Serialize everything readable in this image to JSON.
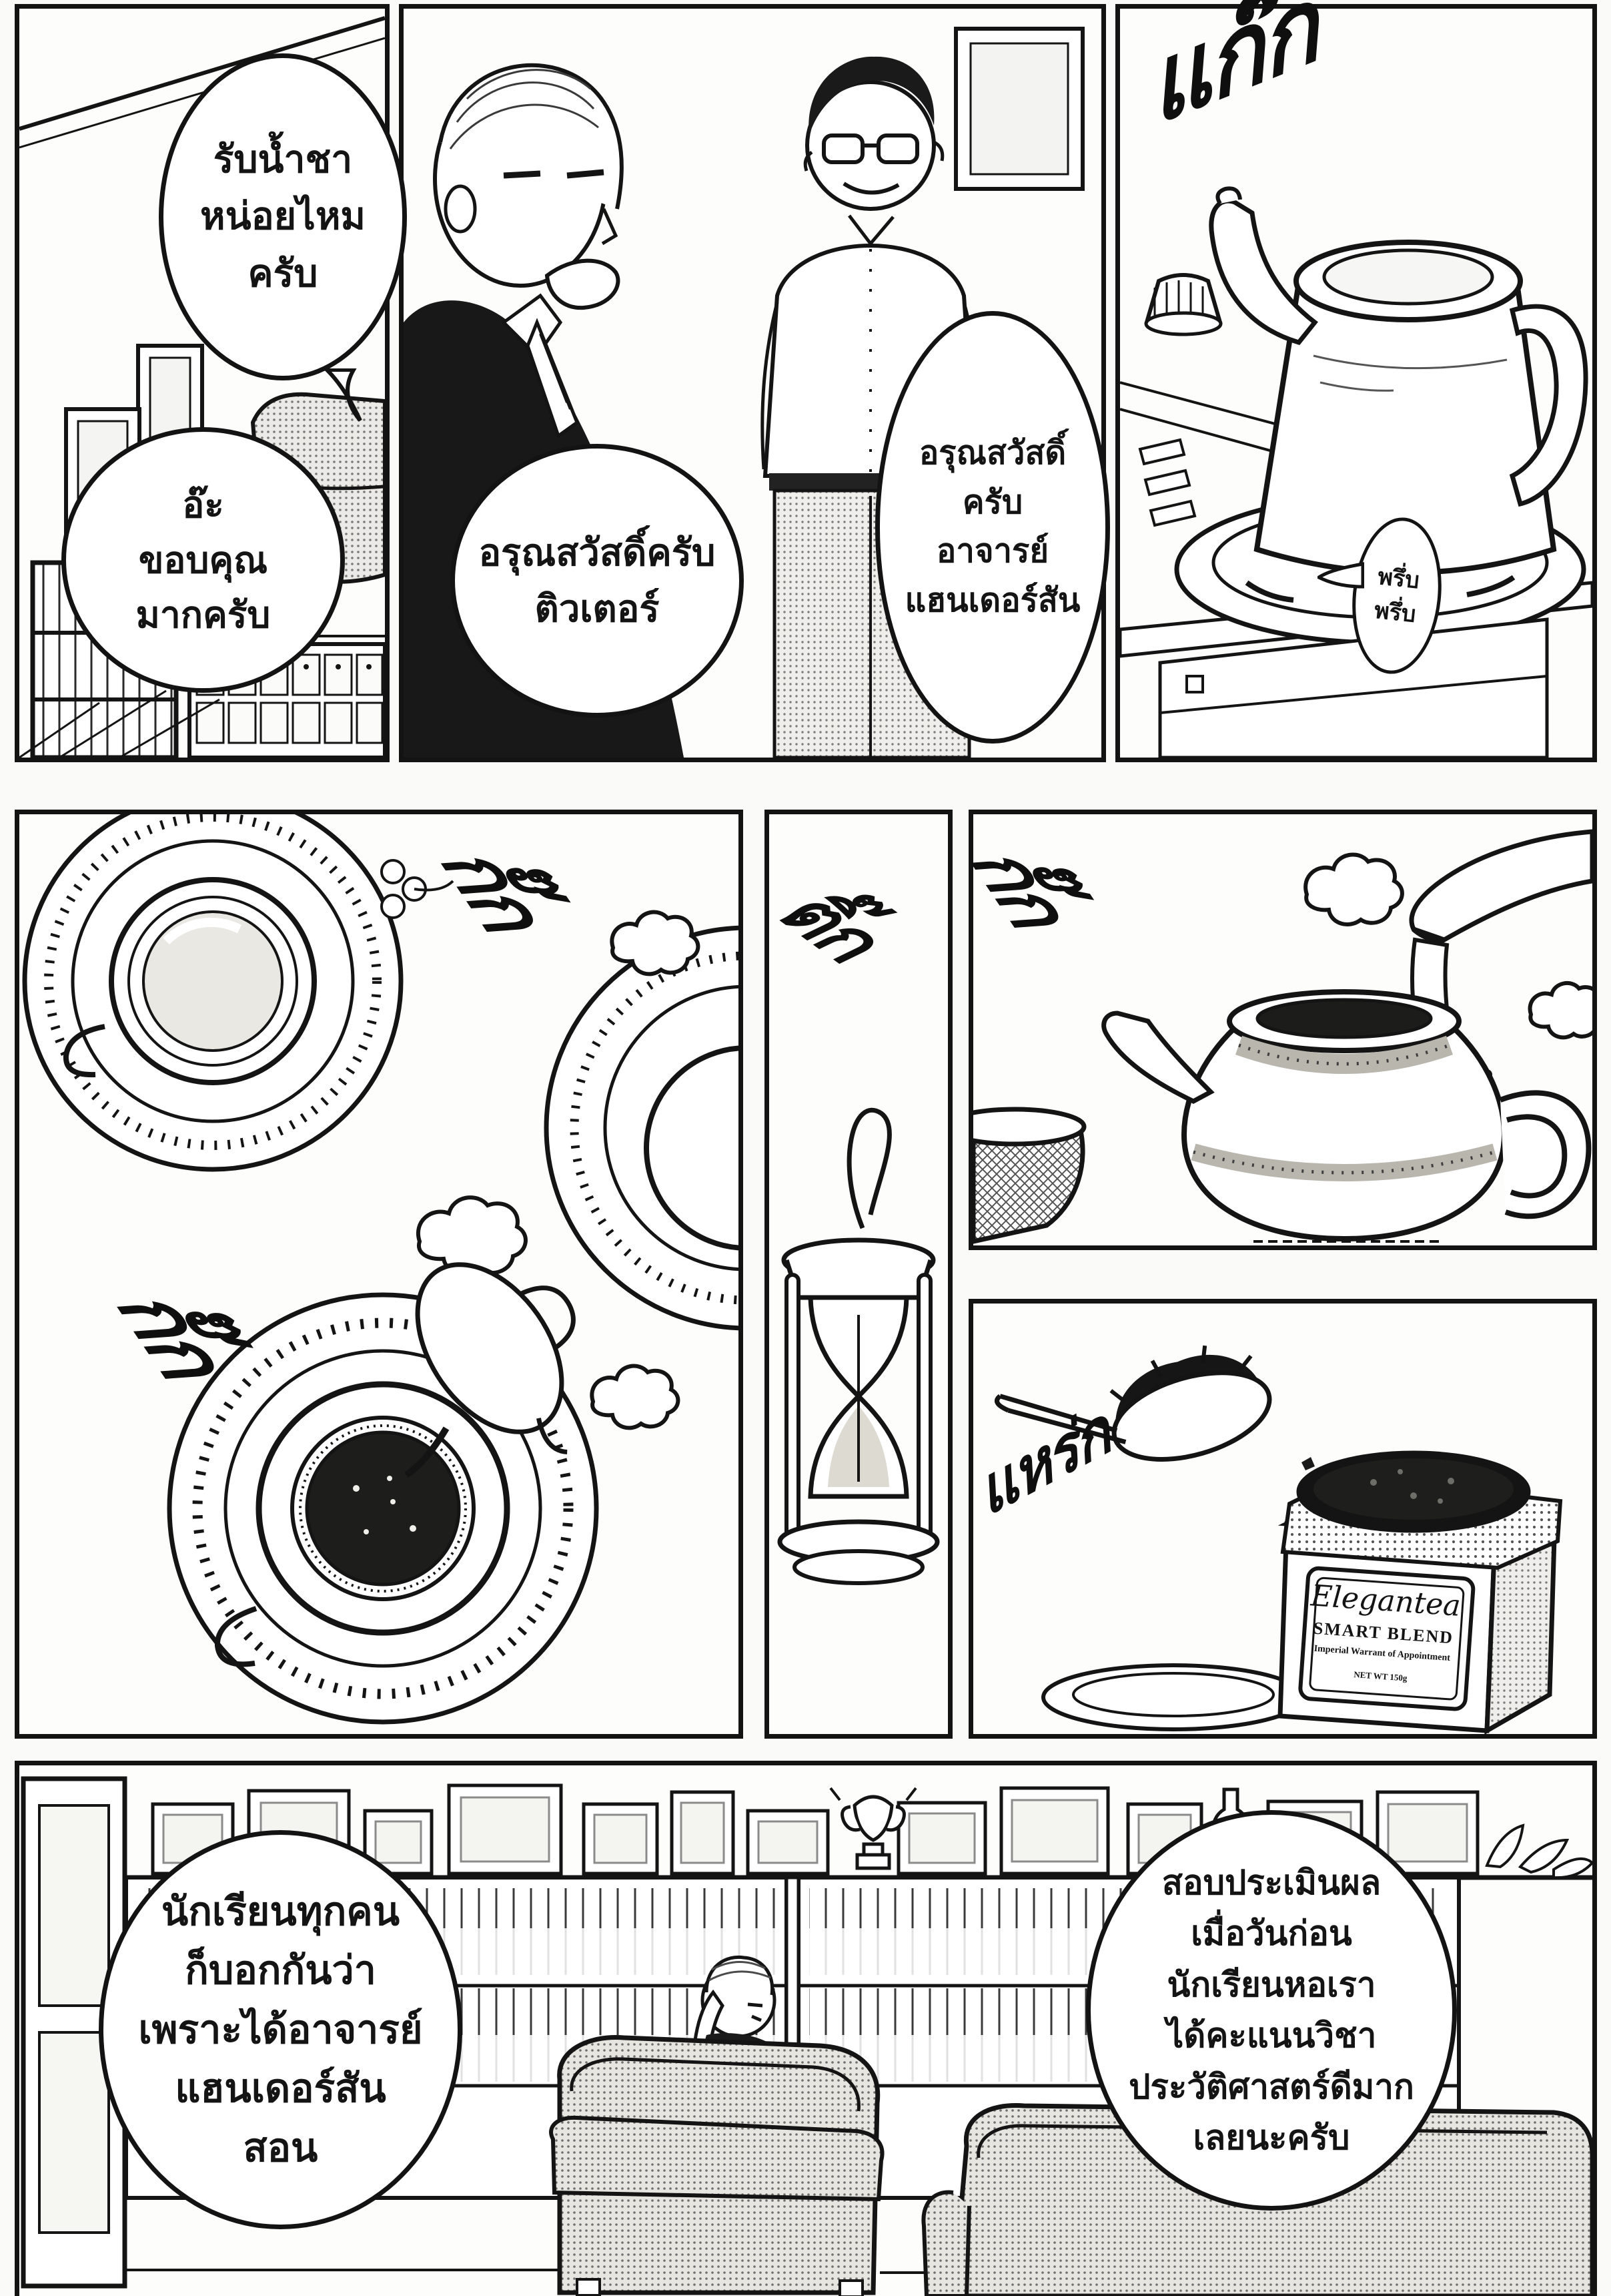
{
  "panels": {
    "library": {
      "bubble_offer_tea": "รับน้ำชา\nหน่อยไหม\nครับ",
      "bubble_thanks": "อ๊ะ\nขอบคุณ\nมากครับ"
    },
    "greeting": {
      "bubble_greet_tutor": "อรุณสวัสดิ์ครับ\nติวเตอร์",
      "bubble_greet_henderson": "อรุณสวัสดิ์\nครับ\nอาจารย์\nแฮนเดอร์สัน"
    },
    "kettle": {
      "sfx_clack": "แก๊ก",
      "bubble_simmer": "พรึ่บ\nพรึ่บ"
    },
    "teacups": {
      "sfx_clink_top": "กั๊ก",
      "sfx_clink_bottom": "กั๊ก"
    },
    "hourglass": {
      "sfx_tick": "ติ๊ก"
    },
    "teapot": {
      "sfx_pour": "กั๊ก"
    },
    "tea_tin": {
      "sfx_scoop": "แหร่ก",
      "label": {
        "brand": "Elegantea",
        "blend": "SMART BLEND",
        "warrant": "Imperial Warrant of Appointment",
        "weight": "NET WT 150g"
      }
    },
    "lounge": {
      "bubble_students": "นักเรียนทุกคน\nก็บอกกันว่า\nเพราะได้อาจารย์\nแฮนเดอร์สัน\nสอน",
      "bubble_exam": "สอบประเมินผล\nเมื่อวันก่อน\nนักเรียนหอเรา\nได้คะแนนวิชา\nประวัติศาสตร์ดีมาก\nเลยนะครับ"
    }
  },
  "colors": {
    "ink": "#131313",
    "paper": "#fdfdfc",
    "halftone": "#9a9a9a"
  }
}
